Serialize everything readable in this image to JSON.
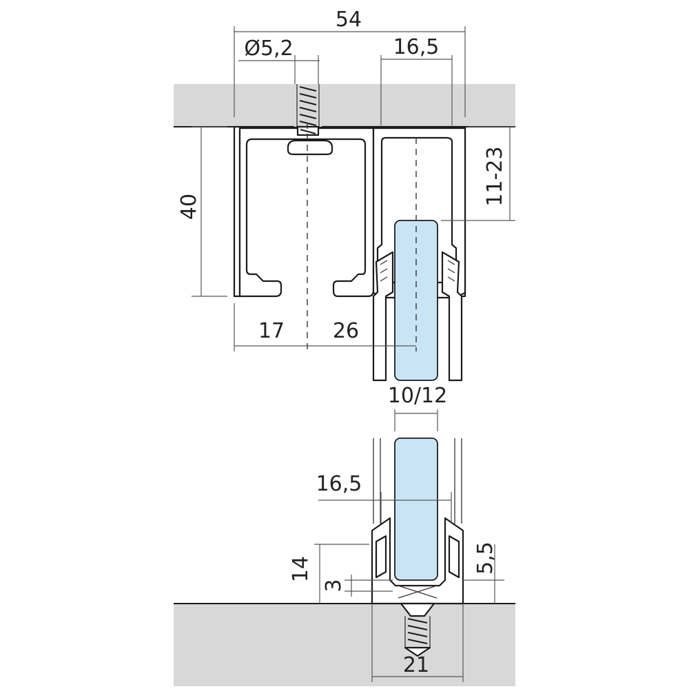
{
  "colors": {
    "mounting_surface": "#d8d8d8",
    "glass": "#c9e4f5",
    "line": "#1a1a1a"
  },
  "dimensions": {
    "top_width": "54",
    "hole_diameter": "Ø5,2",
    "top_chamber": "16,5",
    "profile_height": "40",
    "glass_inset": "11-23",
    "left_offset": "17",
    "glass_center": "26",
    "glass_thickness": "10/12",
    "bottom_chamber": "16,5",
    "bottom_height": "14",
    "bottom_gap": "3",
    "bottom_channel_depth": "5,5",
    "bottom_width": "21"
  },
  "icons": {
    "top_screw": "screw-icon",
    "bottom_screw": "screw-icon"
  }
}
